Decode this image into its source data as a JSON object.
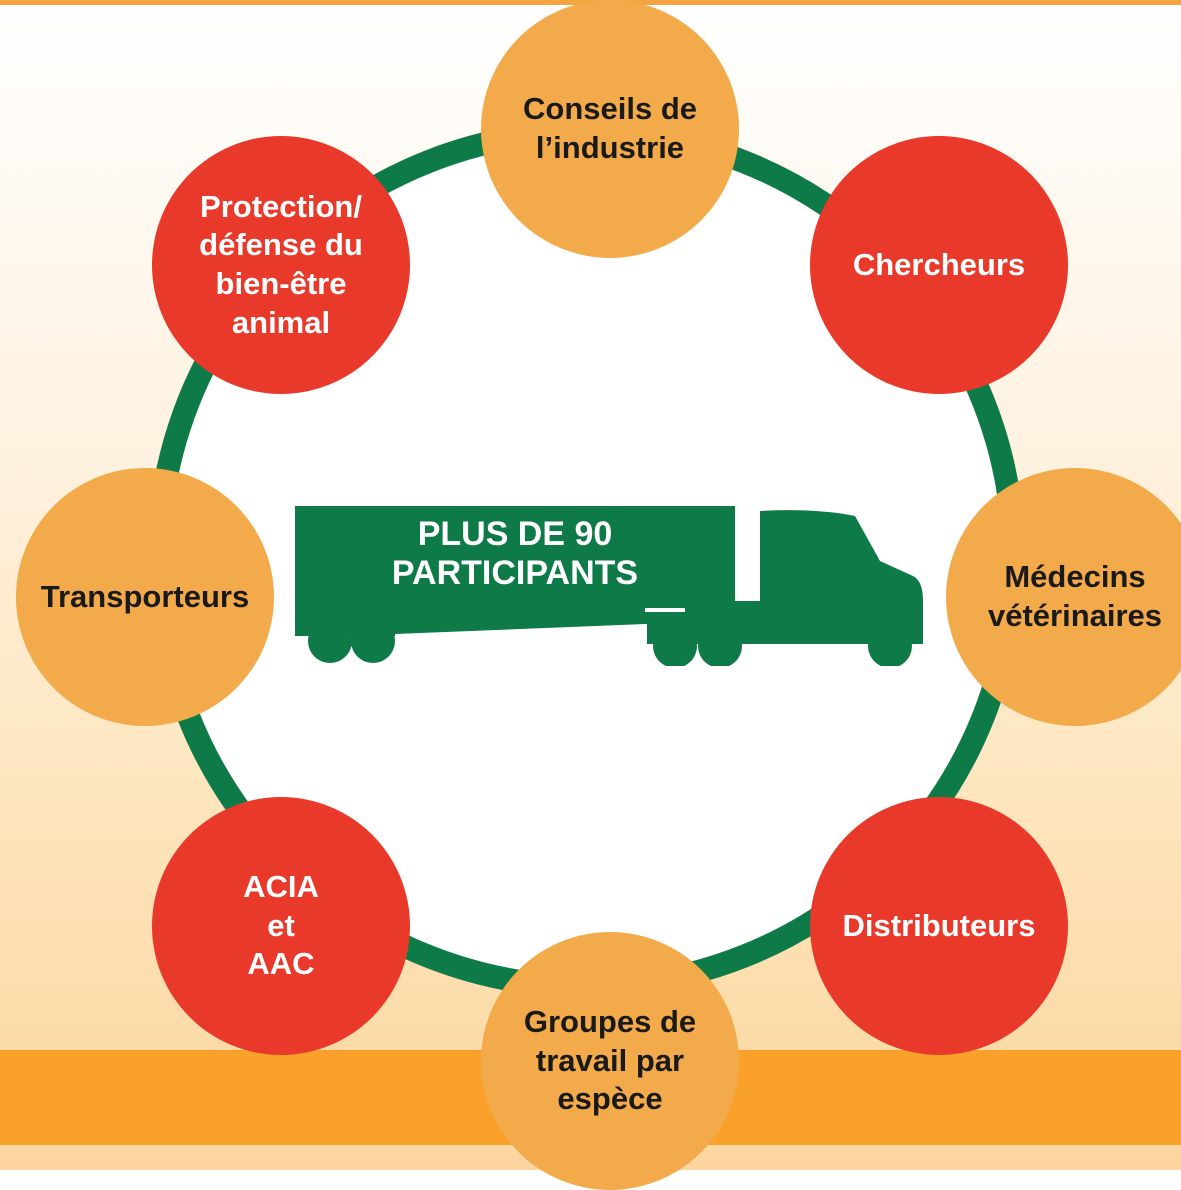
{
  "colors": {
    "ring": "#0e7a48",
    "orange_node": "#f3aa4a",
    "red_node": "#e8392a",
    "band": "#f9a12a",
    "truck": "#0e7a48"
  },
  "center": {
    "icon": "truck-icon",
    "label": "PLUS DE 90\nPARTICIPANTS"
  },
  "nodes": {
    "conseils": "Conseils de\nl’industrie",
    "chercheurs": "Chercheurs",
    "medecins": "Médecins\nvétérinaires",
    "distributeurs": "Distributeurs",
    "groupes": "Groupes de\ntravail par\nespèce",
    "acia": "ACIA\net\nAAC",
    "transporteurs": "Transporteurs",
    "protection": "Protection/\ndéfense du\nbien-être\nanimal"
  }
}
